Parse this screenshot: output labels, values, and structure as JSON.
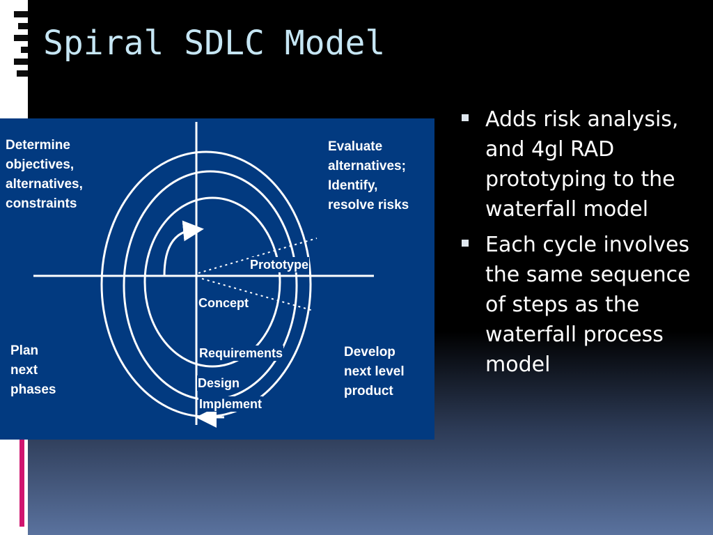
{
  "slide": {
    "title": "Spiral SDLC Model"
  },
  "diagram": {
    "quadrants": {
      "top_left": [
        "Determine",
        "objectives,",
        "alternatives,",
        "constraints"
      ],
      "top_right": [
        "Evaluate",
        "alternatives;",
        "Identify,",
        "resolve risks"
      ],
      "bottom_left": [
        "Plan",
        "next",
        "phases"
      ],
      "bottom_right": [
        "Develop",
        "next level",
        "product"
      ]
    },
    "stages": {
      "prototype": "Prototype",
      "concept": "Concept",
      "requirements": "Requirements",
      "design": "Design",
      "implement": "Implement"
    }
  },
  "bullets": [
    "Adds risk analysis, and 4gl RAD prototyping to the waterfall model",
    "Each cycle involves the same sequence of steps as the waterfall process model"
  ],
  "colors": {
    "diagram_background": "#023a80",
    "title_color": "#c6e6f4",
    "accent_strip": "#d0156f"
  }
}
